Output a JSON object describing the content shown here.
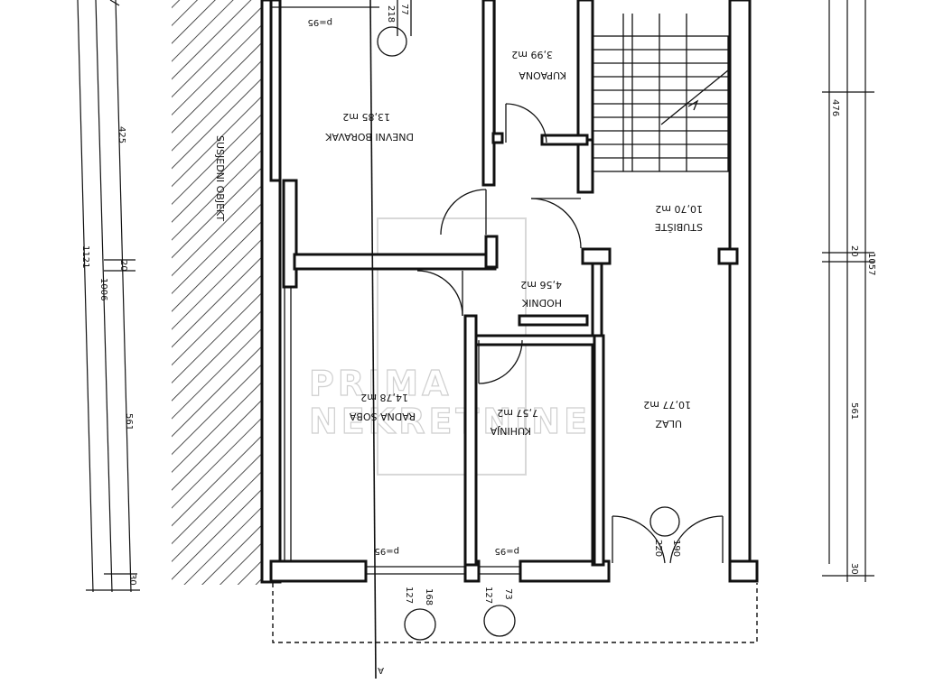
{
  "rooms": {
    "dnevni": {
      "name": "DNEVNI BORAVAK",
      "area": "13,85 m2"
    },
    "kupaona": {
      "name": "KUPAONA",
      "area": "3,99 m2"
    },
    "stubiste": {
      "name": "STUBIŠTE",
      "area": "10,70 m2"
    },
    "hodnik": {
      "name": "HODNIK",
      "area": "4,56 m2"
    },
    "radna": {
      "name": "RADNA SOBA",
      "area": "14,78 m2"
    },
    "kuhinja": {
      "name": "KUHINJA",
      "area": "7,57 m2"
    },
    "ulaz": {
      "name": "ULAZ",
      "area": "10,77 m2"
    }
  },
  "neighbor_label": "SUSJEDNI OBJEKT",
  "section_marker": "A",
  "openings": {
    "top": {
      "parapet": "p=95",
      "w": "77",
      "h": "218"
    },
    "bottom_left": {
      "parapet": "p=95",
      "w": "127",
      "h": "168"
    },
    "bottom_mid": {
      "parapet": "p=95",
      "w": "127",
      "h": "73"
    },
    "entrance": {
      "w": "190",
      "h": "220"
    }
  },
  "dims_left": {
    "total": "1121",
    "inner": "1006",
    "d1": "425",
    "d2": "20",
    "d3": "561",
    "d4": "30"
  },
  "dims_right": {
    "total": "1057",
    "d1": "476",
    "d2": "20",
    "d3": "561",
    "d4": "30"
  },
  "watermark": {
    "line1": "PRIMA",
    "line2": "NEKRETNINE"
  }
}
